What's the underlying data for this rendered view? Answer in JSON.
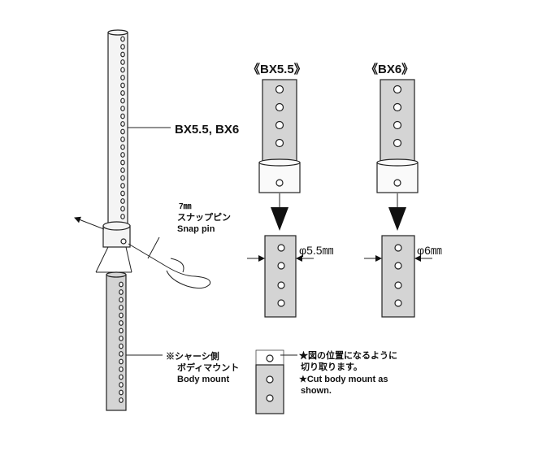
{
  "labels": {
    "post": "BX5.5, BX6",
    "snap_pin_size": "7㎜",
    "snap_pin_jp": "スナップピン",
    "snap_pin_en": "Snap pin",
    "body_mount_jp1": "※シャーシ側",
    "body_mount_jp2": "ボディマウント",
    "body_mount_en": "Body mount",
    "bx55_title": "《BX5.5》",
    "bx6_title": "《BX6》",
    "bx55_diameter": "φ5.5㎜",
    "bx6_diameter": "φ6㎜",
    "cut_note_jp1": "★図の位置になるように",
    "cut_note_jp2": "切り取ります。",
    "cut_note_en1": "★Cut body mount as",
    "cut_note_en2": "shown."
  }
}
